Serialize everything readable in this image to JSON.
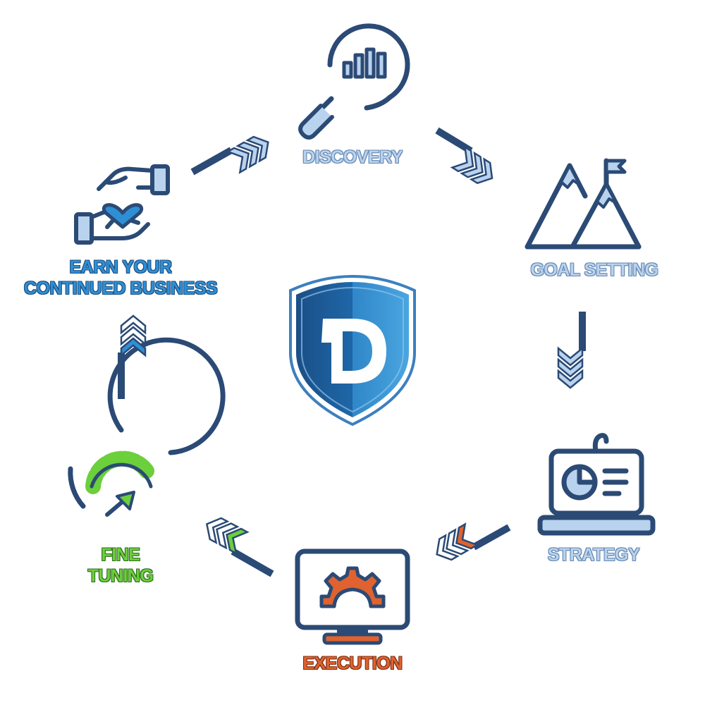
{
  "steps": {
    "discovery": {
      "label": "DISCOVERY"
    },
    "goal_setting": {
      "label": "GOAL SETTING"
    },
    "strategy": {
      "label": "STRATEGY"
    },
    "execution": {
      "label": "EXECUTION"
    },
    "fine_tuning": {
      "line1": "FINE",
      "line2": "TUNING"
    },
    "earn": {
      "line1": "EARN YOUR",
      "line2": "CONTINUED BUSINESS"
    }
  },
  "logo": {
    "letter": "D",
    "icon": "shield-logo"
  },
  "colors": {
    "navy": "#2b4a75",
    "light_blue": "#b9d3ee",
    "blue": "#2f8fd4",
    "green": "#6ccf3c",
    "orange": "#e0622f"
  },
  "icons": {
    "discovery": "magnifier-chart-icon",
    "goal_setting": "mountain-flag-icon",
    "strategy": "laptop-chart-icon",
    "execution": "monitor-gear-icon",
    "fine_tuning": "gauge-icon",
    "earn": "hands-heart-icon"
  }
}
